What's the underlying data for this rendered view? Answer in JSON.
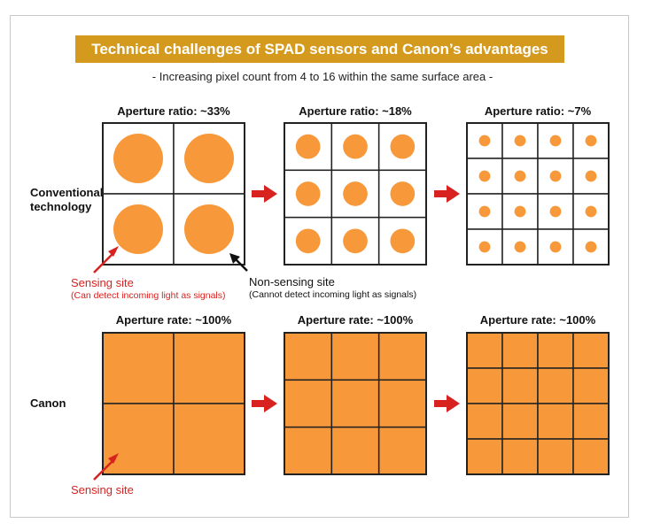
{
  "title": "Technical challenges of SPAD sensors and Canon’s advantages",
  "subtitle": "- Increasing pixel count from 4 to 16 within the same surface area -",
  "rows": {
    "conventional": {
      "label_line1": "Conventional",
      "label_line2": "technology",
      "panels": [
        {
          "heading": "Aperture ratio: ~33%",
          "grid": 2
        },
        {
          "heading": "Aperture ratio: ~18%",
          "grid": 3
        },
        {
          "heading": "Aperture ratio: ~7%",
          "grid": 4
        }
      ]
    },
    "canon": {
      "label": "Canon",
      "panels": [
        {
          "heading": "Aperture rate: ~100%",
          "grid": 2
        },
        {
          "heading": "Aperture rate: ~100%",
          "grid": 3
        },
        {
          "heading": "Aperture rate: ~100%",
          "grid": 4
        }
      ]
    }
  },
  "annotations": {
    "sensing_site": "Sensing site",
    "sensing_site_note": "(Can detect incoming light as signals)",
    "non_sensing_site": "Non-sensing site",
    "non_sensing_site_note": "(Cannot detect incoming light as signals)",
    "canon_sensing_site": "Sensing site"
  },
  "colors": {
    "sensor_orange": "#f7993a",
    "title_gold": "#d49a1e",
    "arrow_red": "#d7221f",
    "grid_line": "#222222"
  }
}
